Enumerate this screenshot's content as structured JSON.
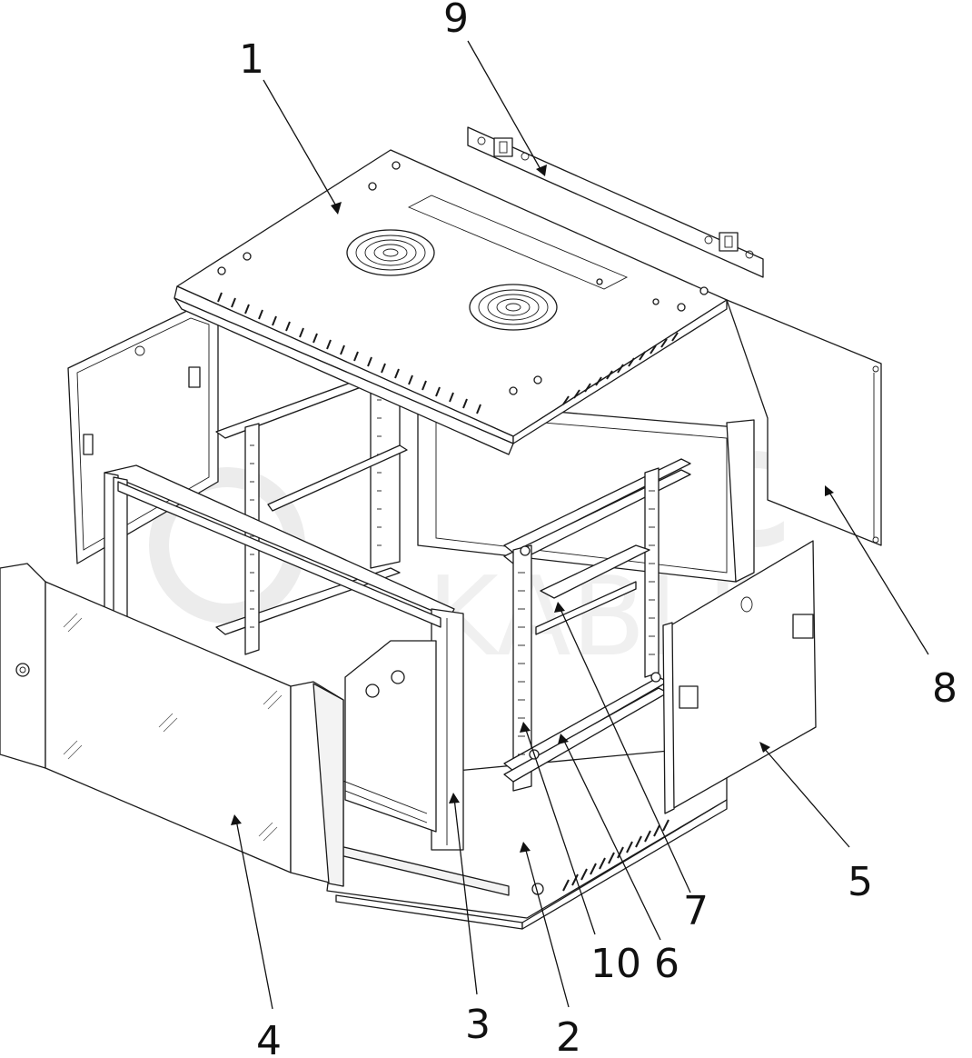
{
  "diagram": {
    "type": "exploded assembly view",
    "subject": "wall-mounted network cabinet",
    "watermark": {
      "line1": "SPEC",
      "line2": "KABLE",
      "mark_color": "#e9e9e9"
    },
    "callouts": [
      {
        "id": "c1",
        "label": "1"
      },
      {
        "id": "c2",
        "label": "2"
      },
      {
        "id": "c3",
        "label": "3"
      },
      {
        "id": "c4",
        "label": "4"
      },
      {
        "id": "c5",
        "label": "5"
      },
      {
        "id": "c6",
        "label": "6"
      },
      {
        "id": "c7",
        "label": "7"
      },
      {
        "id": "c8",
        "label": "8"
      },
      {
        "id": "c9",
        "label": "9"
      },
      {
        "id": "c10",
        "label": "10"
      }
    ],
    "line_color": "#1a1a1a"
  }
}
